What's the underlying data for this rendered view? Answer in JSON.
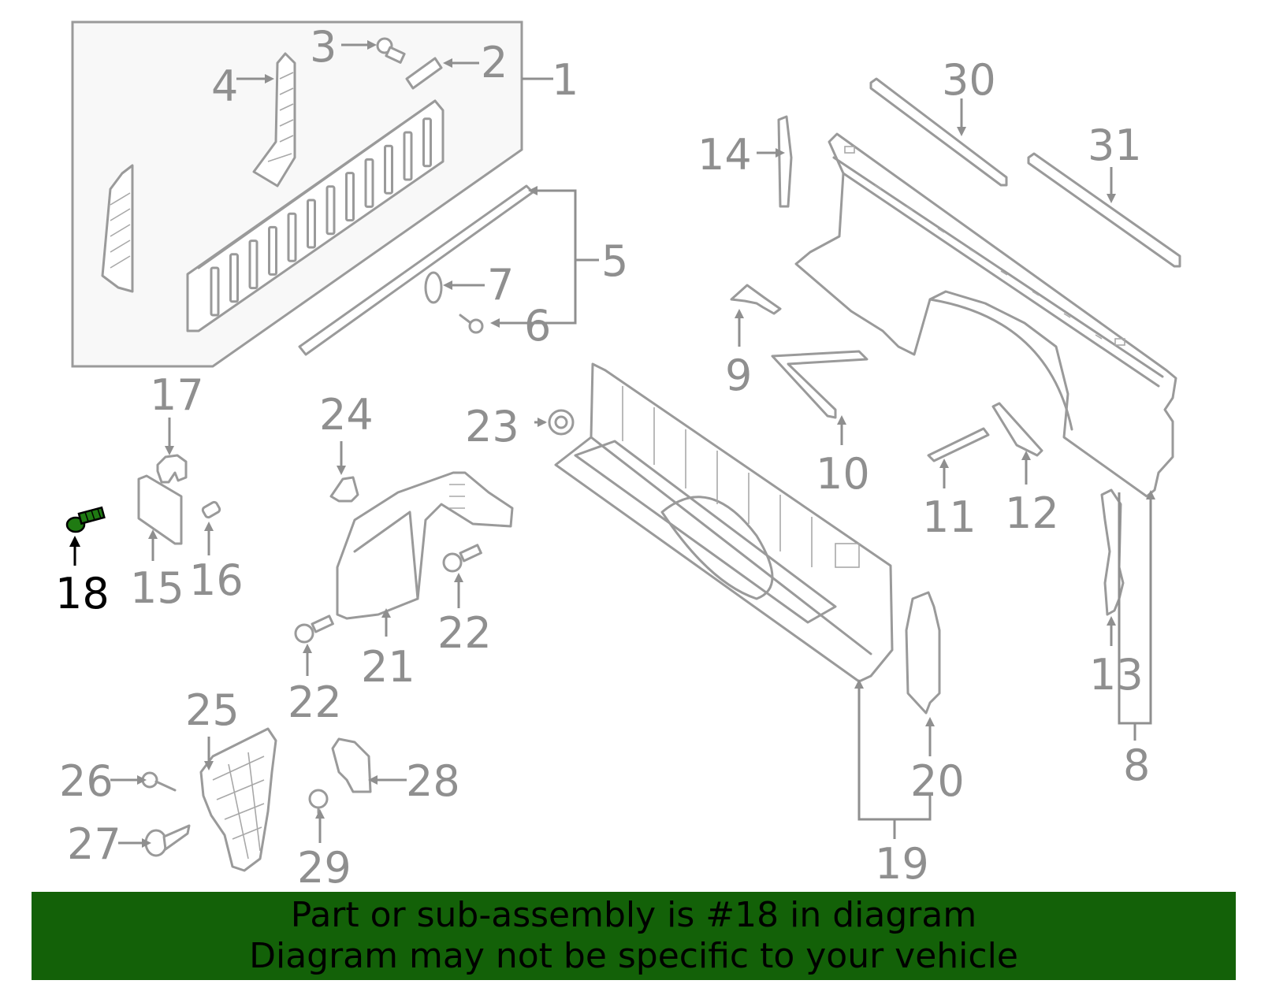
{
  "diagram": {
    "highlighted_part": "18",
    "highlight_color": "#1f7a12",
    "line_color": "#9a9a9a",
    "callouts": [
      "1",
      "2",
      "3",
      "4",
      "5",
      "6",
      "7",
      "8",
      "9",
      "10",
      "11",
      "12",
      "13",
      "14",
      "15",
      "16",
      "17",
      "18",
      "19",
      "20",
      "21",
      "22",
      "22",
      "23",
      "24",
      "25",
      "26",
      "27",
      "28",
      "29",
      "30",
      "31"
    ]
  },
  "banner": {
    "line1": "Part or sub-assembly is #18 in diagram",
    "line2": "Diagram may not be specific to your vehicle",
    "background": "#136108"
  }
}
